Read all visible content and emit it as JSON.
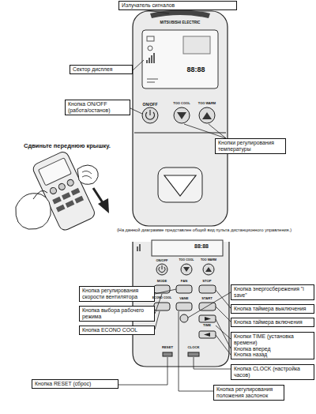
{
  "diagram": {
    "nodes": [
      {
        "text": [
          "Излучатель сигналов"
        ]
      },
      {
        "text": [
          "Сектор дисплея"
        ]
      },
      {
        "text": [
          "Кнопка ON/OFF (работа/останов)"
        ]
      },
      {
        "text": [
          "Кнопки регулирования температуры"
        ]
      },
      {
        "text": [
          "Кнопка регулирования скорости вентилятора"
        ]
      },
      {
        "text": [
          "Кнопка энергосбережения \"i save\""
        ]
      },
      {
        "text": [
          "Кнопка выбора рабочего режима"
        ]
      },
      {
        "text": [
          "Кнопка таймера выключения"
        ]
      },
      {
        "text": [
          "Кнопка ECONO COOL"
        ]
      },
      {
        "text": [
          "Кнопка таймера включения"
        ]
      },
      {
        "text": [
          "Кнопки TIME (установка времени)",
          "Кнопка вперед",
          "Кнопка назад"
        ]
      },
      {
        "text": [
          "Кнопка CLOCK (настройка часов)"
        ]
      },
      {
        "text": [
          "Кнопка RESET (сброс)"
        ]
      },
      {
        "text": [
          "Кнопка регулирования положения заслонок"
        ]
      }
    ],
    "labels": [
      "Сдвиньте переднюю крышку.",
      "(На данной диаграмме представлен общий вид пульта дистанционного управления.)",
      "MITSUBISHI ELECTRIC",
      "88:88",
      "ON/OFF",
      "TOO COOL",
      "TOO WARM",
      "88:88",
      "ON/OFF",
      "TOO COOL",
      "TOO WARM",
      "MODE",
      "FAN",
      "STOP",
      "ECONO COOL",
      "VANE",
      "START",
      "TIME",
      "RESET",
      "CLOCK"
    ]
  }
}
